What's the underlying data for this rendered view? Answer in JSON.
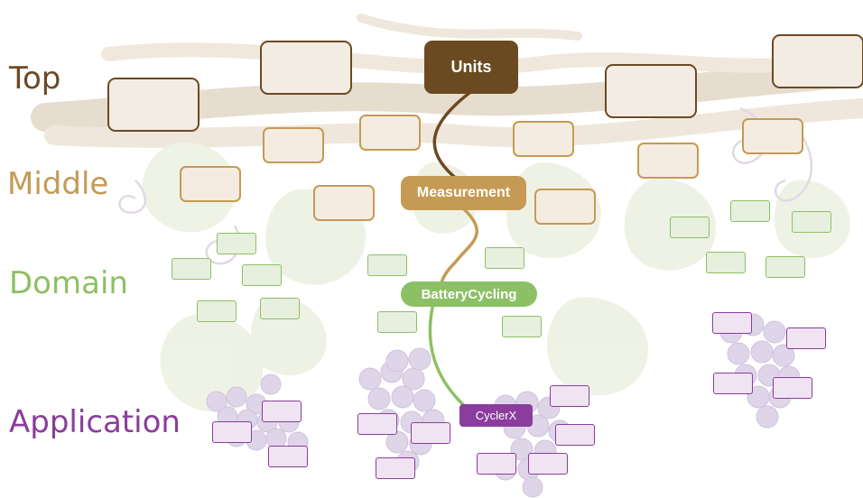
{
  "levels": {
    "top": "Top",
    "middle": "Middle",
    "domain": "Domain",
    "application": "Application"
  },
  "nodes": {
    "units": "Units",
    "measurement": "Measurement",
    "battery_cycling": "BatteryCycling",
    "cyclerx": "CyclerX"
  },
  "colors": {
    "top": "#6b4a22",
    "middle": "#c59a54",
    "domain": "#8cc065",
    "application": "#8a3d9c",
    "background": "#ffffff"
  }
}
